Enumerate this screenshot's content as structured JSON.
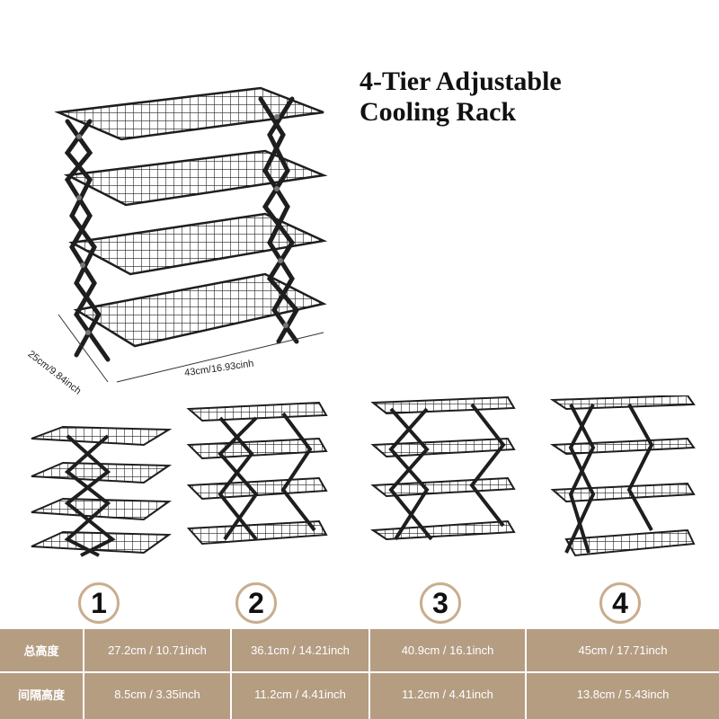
{
  "title": {
    "line1": "4-Tier Adjustable",
    "line2": "Cooling Rack"
  },
  "dimensions": {
    "depth": "25cm/9.84inch",
    "width": "43cm/16.93cinh"
  },
  "badges": [
    "1",
    "2",
    "3",
    "4"
  ],
  "table": {
    "rows": [
      {
        "label": "总高度",
        "values": [
          "27.2cm / 10.71inch",
          "36.1cm / 14.21inch",
          "40.9cm / 16.1inch",
          "45cm / 17.71inch"
        ]
      },
      {
        "label": "间隔高度",
        "values": [
          "8.5cm / 3.35inch",
          "11.2cm / 4.41inch",
          "11.2cm / 4.41inch",
          "13.8cm / 5.43inch"
        ]
      }
    ]
  },
  "colors": {
    "table_bg": "#b59d82",
    "badge_border": "#c9ad8e",
    "rack_metal": "#1e1e1e"
  }
}
